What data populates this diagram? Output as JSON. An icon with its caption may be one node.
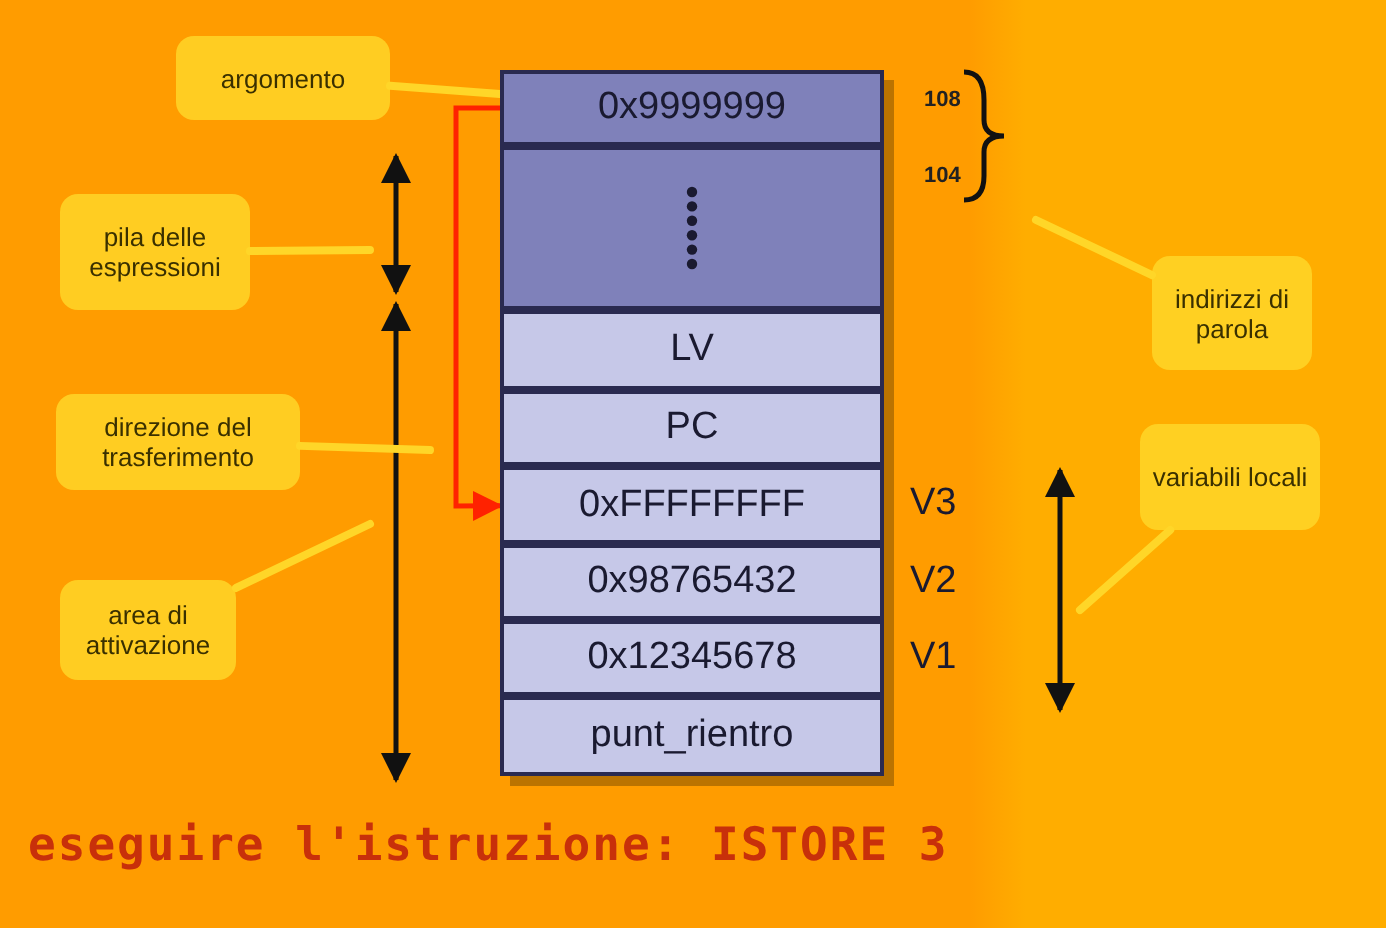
{
  "diagram": {
    "caption": "eseguire l'istruzione: ISTORE 3",
    "nodes": [
      {
        "text": [
          "argomento"
        ]
      },
      {
        "text": [
          "0x9999999"
        ]
      },
      {
        "text": [],
        "shape": "box"
      },
      {
        "text": [
          "LV"
        ]
      },
      {
        "text": [
          "PC"
        ]
      },
      {
        "text": [
          "0xFFFFFFFF"
        ],
        "beside": [
          "V3"
        ]
      },
      {
        "text": [
          "0x98765432"
        ],
        "beside": [
          "V2"
        ]
      },
      {
        "text": [
          "0x12345678"
        ],
        "beside": [
          "V1"
        ]
      },
      {
        "text": [
          "punt_rientro"
        ]
      },
      {
        "text": [
          "pila delle espressioni"
        ]
      },
      {
        "text": [
          "direzione del trasferimento"
        ]
      },
      {
        "text": [
          "area di attivazione"
        ]
      },
      {
        "text": [
          "indirizzi di parola"
        ]
      },
      {
        "text": [
          "variabili locali"
        ]
      }
    ],
    "edges": [
      {
        "from": 0,
        "to": 1,
        "arrow": "none"
      },
      {
        "from": 1,
        "to": 5,
        "arrow": "to",
        "color": "#ff2200"
      },
      {
        "from": 9,
        "to": null,
        "arrow": "none"
      },
      {
        "from": 10,
        "to": null,
        "arrow": "none"
      },
      {
        "from": 11,
        "to": null,
        "arrow": "none"
      },
      {
        "from": 12,
        "to": null,
        "arrow": "none"
      },
      {
        "from": 13,
        "to": null,
        "arrow": "none"
      }
    ],
    "labels": [
      "108",
      "104"
    ]
  }
}
